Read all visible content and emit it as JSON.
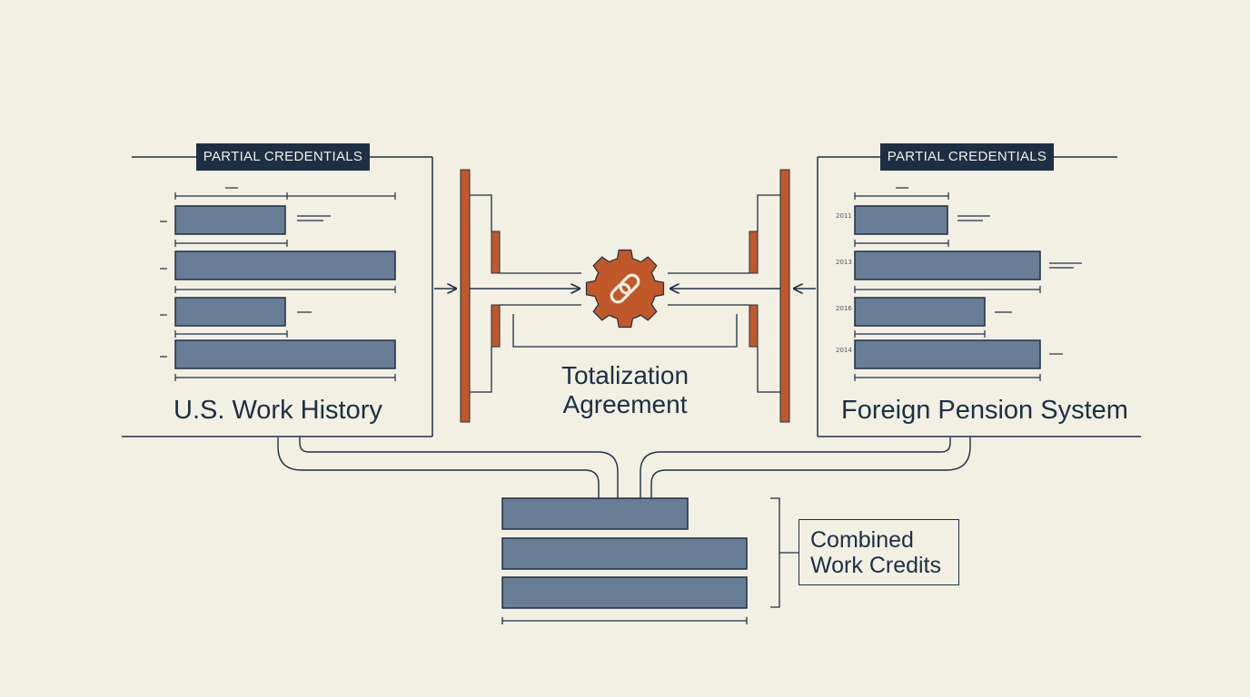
{
  "left_panel": {
    "tag": "PARTIAL CREDENTIALS",
    "title": "U.S. Work History",
    "bars": [
      0.5,
      1.0,
      0.5,
      1.0
    ]
  },
  "right_panel": {
    "tag": "PARTIAL CREDENTIALS",
    "title": "Foreign Pension System",
    "years": [
      "2011",
      "2013",
      "2016",
      "2014"
    ],
    "bars": [
      0.5,
      1.0,
      0.7,
      1.0
    ]
  },
  "center": {
    "title_line1": "Totalization",
    "title_line2": "Agreement",
    "icon": "chain-link-gear-icon"
  },
  "combined": {
    "line1": "Combined",
    "line2": "Work Credits",
    "bars": [
      0.76,
      1.0,
      1.0
    ]
  },
  "colors": {
    "background": "#f2efe3",
    "navy": "#1d2f45",
    "bar_fill": "#687d96",
    "accent": "#c1582a"
  }
}
